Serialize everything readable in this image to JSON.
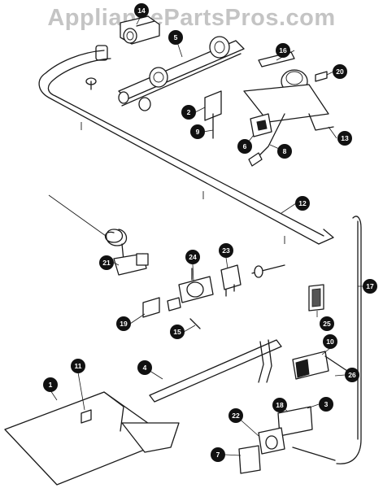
{
  "watermark": "AppliancePartsPros.com",
  "diagram": {
    "callouts": [
      "1",
      "2",
      "3",
      "4",
      "5",
      "6",
      "7",
      "8",
      "9",
      "10",
      "11",
      "12",
      "13",
      "14",
      "15",
      "16",
      "17",
      "18",
      "19",
      "20",
      "21",
      "22",
      "23",
      "24",
      "25",
      "26"
    ]
  }
}
